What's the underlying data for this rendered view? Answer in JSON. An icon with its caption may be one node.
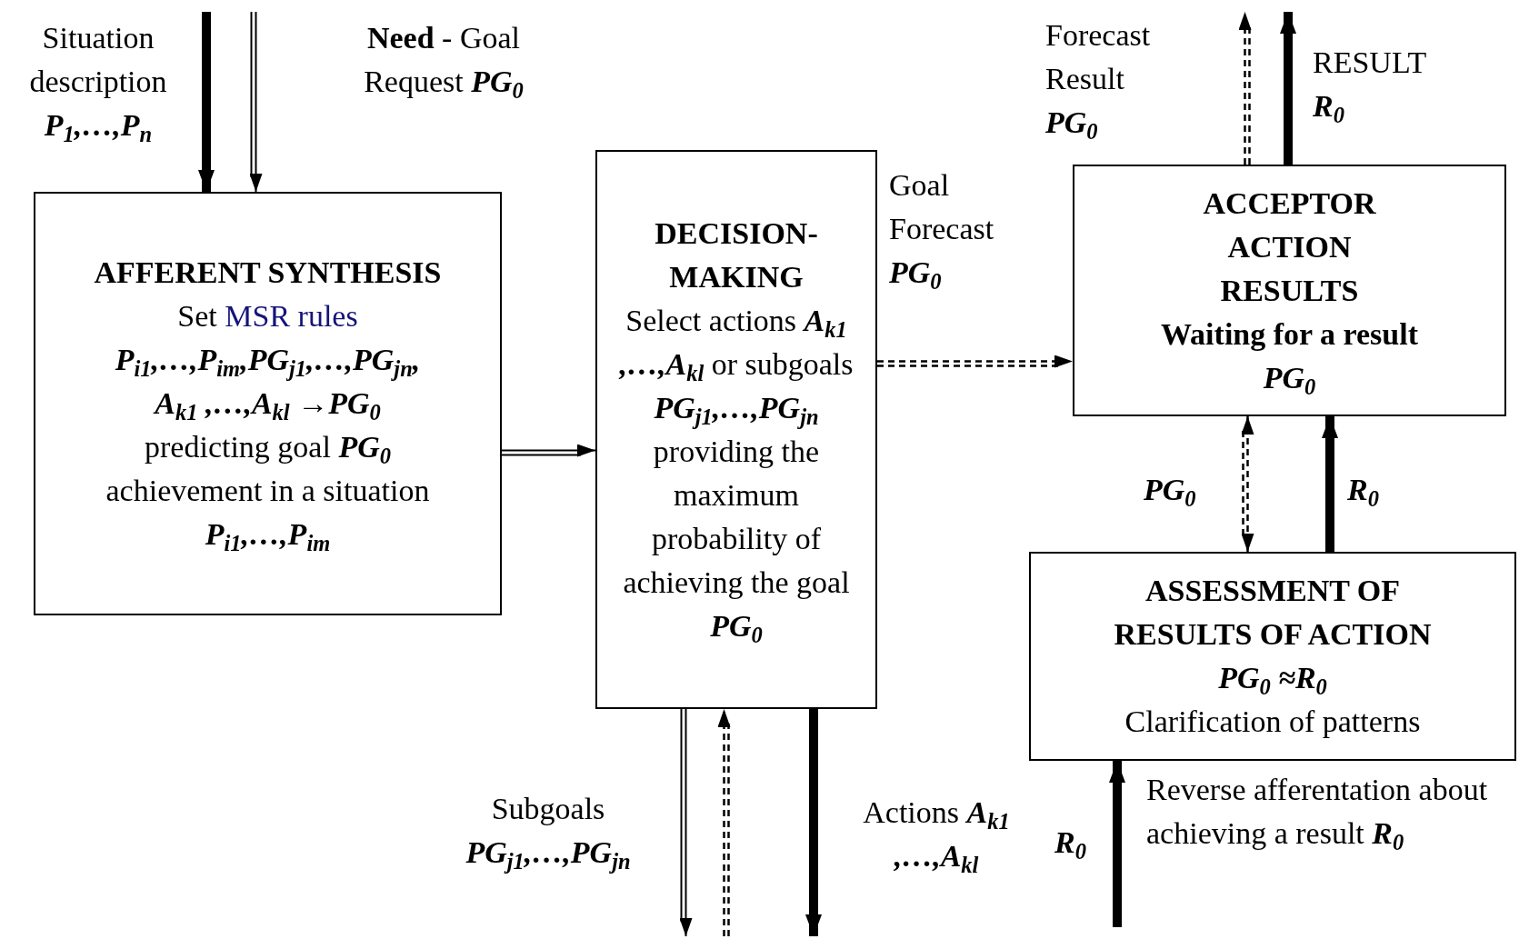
{
  "diagram": {
    "nodes": [
      {
        "text": [
          "AFFERENT SYNTHESIS",
          "Set",
          "MSR rules",
          "P$_{i1}$,…,P$_{im}$,PG$_{j1}$,…,PG$_{jn}$,",
          "A$_{k1}$ ,…,A$_{kl}$ →PG$_{0}$",
          "predicting goal *PG*$_{0}$ achievement in a situation",
          "P$_{i1}$,…,P$_{im}$"
        ]
      },
      {
        "text": [
          "DECISION-MAKING",
          "Select actions *A*$_{k1}$ *,…,A*$_{kl}$ or subgoals *PG*$_{j1}$*,…,PG*$_{jn}$ providing the maximum probability of achieving the goal *PG*$_{0}$"
        ]
      },
      {
        "text": [
          "ACCEPTOR ACTION RESULTS",
          "Waiting for a result",
          "PG$_{0}$"
        ]
      },
      {
        "text": [
          "ASSESSMENT OF RESULTS OF ACTION",
          "PG$_{0}$ ≈R$_{0}$",
          "Clarification of patterns"
        ]
      }
    ],
    "edges": [
      {
        "from": null,
        "to": 0,
        "arrow": "to",
        "style": "thick",
        "label": "Situation description *P*$_{1}$*,…,P*$_{n}$"
      },
      {
        "from": null,
        "to": 0,
        "arrow": "to",
        "label": "**Need** - Goal Request *PG*$_{0}$"
      },
      {
        "from": 0,
        "to": 1,
        "arrow": "to"
      },
      {
        "from": 1,
        "to": 2,
        "arrow": "to",
        "style": "dashed",
        "label": "Goal Forecast *PG*$_{0}$"
      },
      {
        "from": 2,
        "to": null,
        "arrow": "to",
        "style": "dashed",
        "label": "Forecast Result *PG*$_{0}$"
      },
      {
        "from": 2,
        "to": null,
        "arrow": "to",
        "style": "thick",
        "label": "RESULT *R*$_{0}$"
      },
      {
        "from": 2,
        "to": 3,
        "arrow": "both",
        "style": "dashed",
        "label": "*PG*$_{0}$"
      },
      {
        "from": 3,
        "to": 2,
        "arrow": "to",
        "style": "thick",
        "label": "*R*$_{0}$"
      },
      {
        "from": null,
        "to": 3,
        "arrow": "to",
        "style": "thick",
        "label": "*R*$_{0}$"
      },
      {
        "from": 1,
        "to": null,
        "arrow": "to",
        "label": "Subgoals *PG*$_{j1}$*,…,PG*$_{jn}$"
      },
      {
        "from": null,
        "to": 1,
        "arrow": "to",
        "style": "dashed"
      },
      {
        "from": 1,
        "to": null,
        "arrow": "to",
        "style": "thick",
        "label": "Actions *A*$_{k1}$ *,…,A*$_{kl}$"
      }
    ],
    "labels": [
      "Reverse afferentation about achieving a result *R*$_{0}$"
    ]
  }
}
